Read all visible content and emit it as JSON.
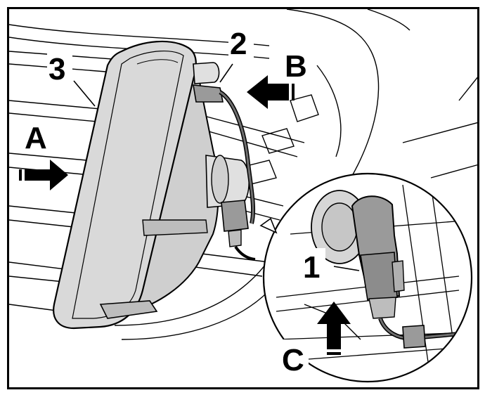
{
  "labels": {
    "part_1": "1",
    "part_2": "2",
    "part_3": "3",
    "view_a": "A",
    "view_b": "B",
    "view_c": "C"
  },
  "colors": {
    "line": "#000000",
    "lamp_lens": "#d9d9d9",
    "lamp_housing": "#cfcfcf",
    "connector": "#9a9a9a",
    "background": "#ffffff"
  }
}
